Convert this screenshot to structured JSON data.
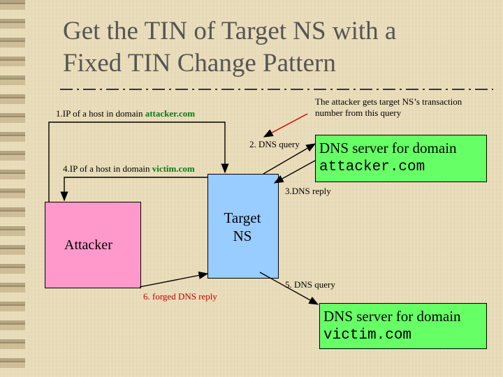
{
  "slide": {
    "title_line1": "Get the TIN of Target NS with a",
    "title_line2": "Fixed TIN Change Pattern"
  },
  "diagram": {
    "step1_prefix": "1.IP of a host in domain ",
    "step1_domain": "attacker.com",
    "step4_prefix": "4.IP of a host in domain ",
    "step4_domain": "victim.com",
    "step2_label": "2. DNS query",
    "step3_label": "3.DNS reply",
    "step5_label": "5. DNS query",
    "step6_label": "6. forged DNS reply",
    "attacker_note_line1": "The attacker gets target NS’s transaction",
    "attacker_note_line2": "number from this query",
    "attacker_label": "Attacker",
    "target_ns_line1": "Target",
    "target_ns_line2": "NS",
    "attacker_dns_line1": "DNS server for domain",
    "attacker_dns_line2": "attacker.com",
    "victim_dns_line1": "DNS server for domain",
    "victim_dns_line2": "victim.com",
    "colors": {
      "attacker_box": "#ff99cc",
      "target_ns_box": "#99ccff",
      "dns_box": "#66ff66",
      "highlight_text": "#0b7a1a",
      "forged_text": "#c00000"
    }
  }
}
